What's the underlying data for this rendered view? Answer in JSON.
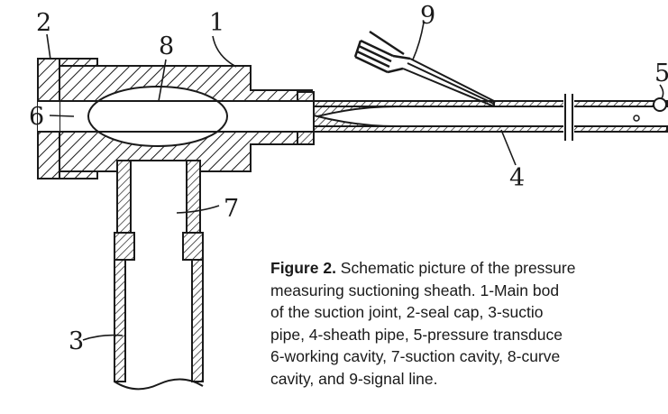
{
  "figure": {
    "labels": {
      "main_body": "1",
      "seal_cap": "2",
      "suction_pipe": "3",
      "sheath_pipe": "4",
      "pressure_transducer": "5",
      "working_cavity": "6",
      "suction_cavity": "7",
      "curved_cavity": "8",
      "signal_line": "9"
    },
    "caption": {
      "label": "Figure 2.",
      "lines": [
        " Schematic picture of the pressure",
        "measuring suctioning sheath. 1-Main bod",
        "of the suction joint, 2-seal cap, 3-suctio",
        "pipe, 4-sheath pipe, 5-pressure transduce",
        "6-working cavity, 7-suction cavity, 8-curve",
        "cavity, and 9-signal line."
      ]
    }
  }
}
